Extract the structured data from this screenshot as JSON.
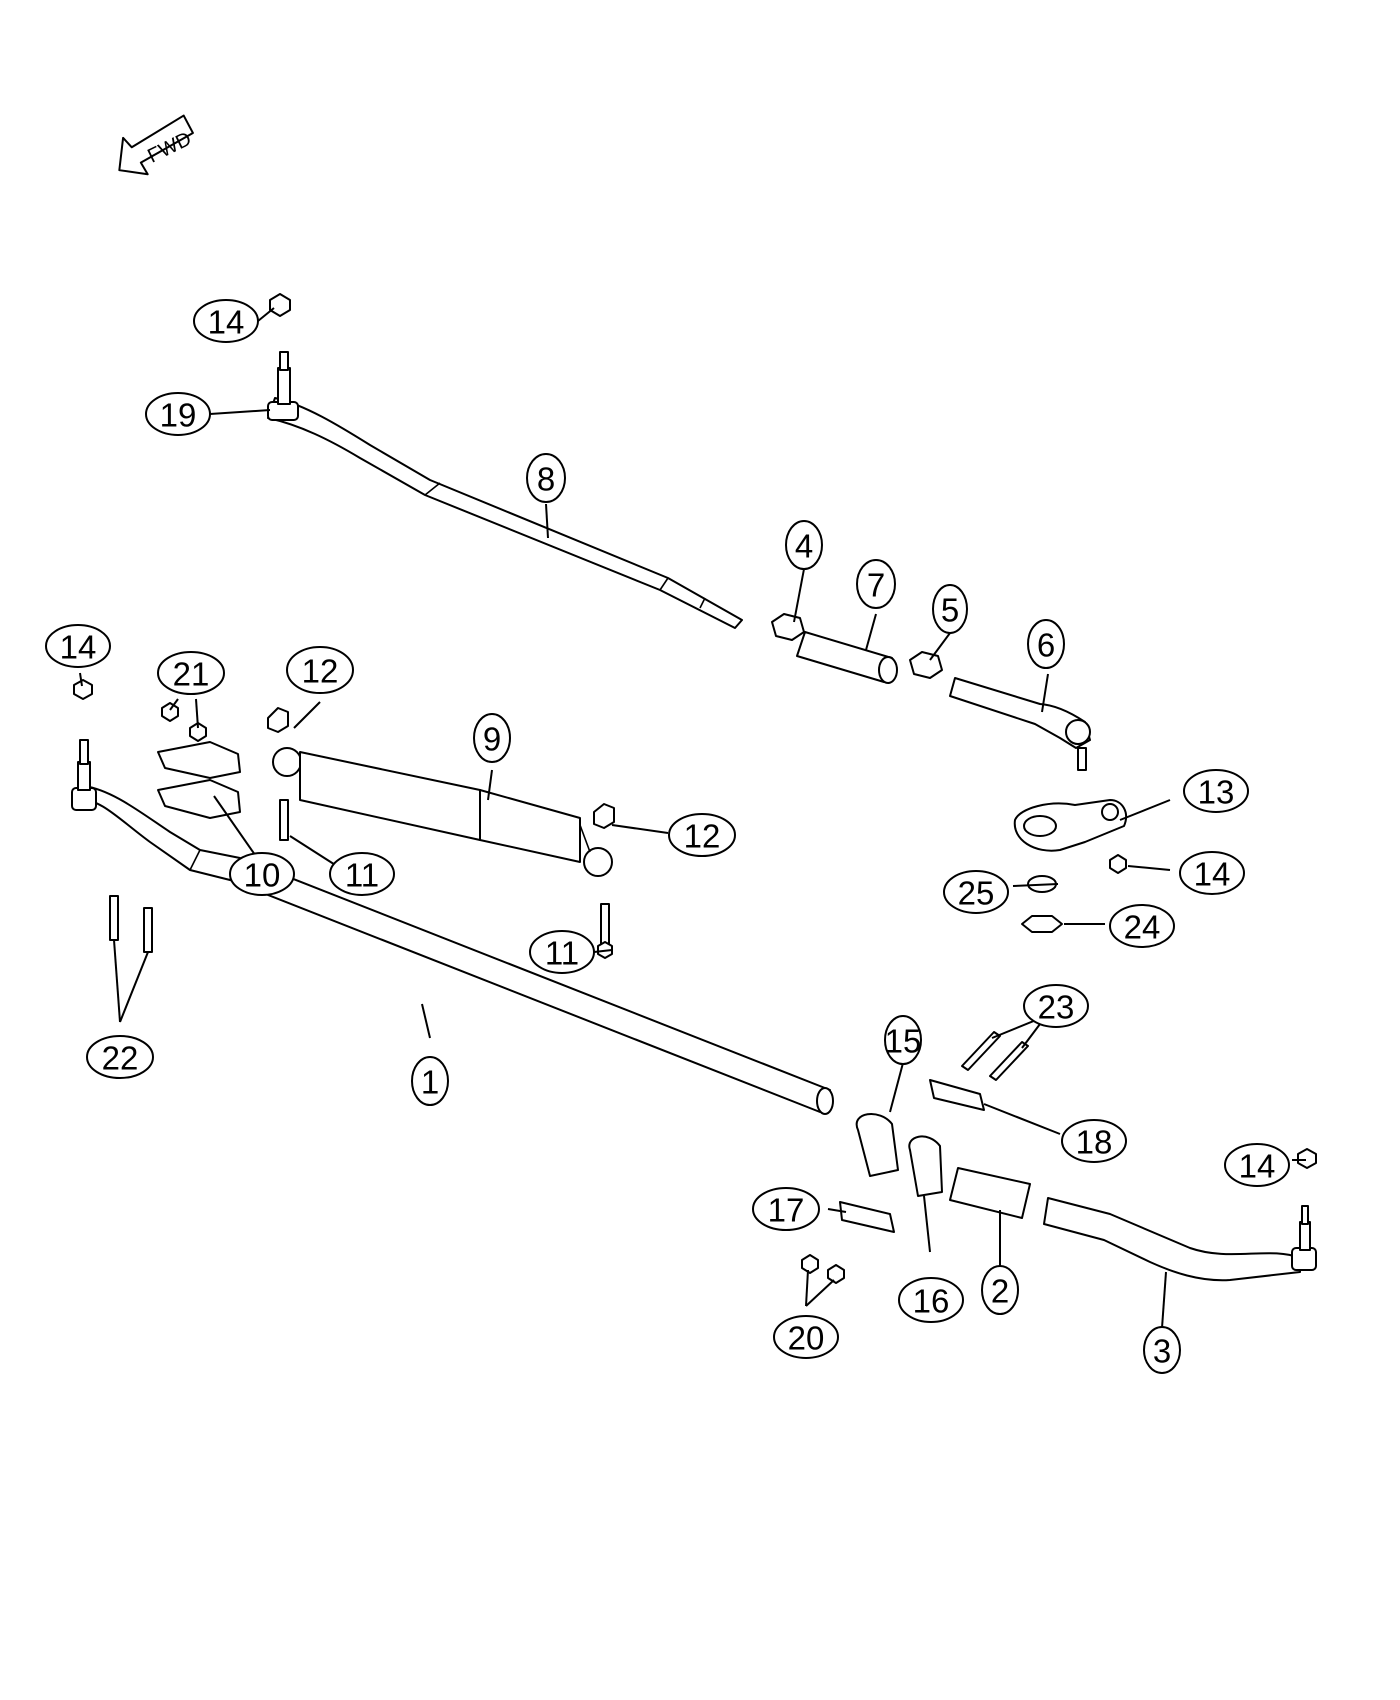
{
  "orientation": {
    "arrow_label": "FWD"
  },
  "callouts": [
    {
      "id": "c14a",
      "label": "14"
    },
    {
      "id": "c19",
      "label": "19"
    },
    {
      "id": "c8",
      "label": "8"
    },
    {
      "id": "c4",
      "label": "4"
    },
    {
      "id": "c7",
      "label": "7"
    },
    {
      "id": "c5",
      "label": "5"
    },
    {
      "id": "c6",
      "label": "6"
    },
    {
      "id": "c14b",
      "label": "14"
    },
    {
      "id": "c21",
      "label": "21"
    },
    {
      "id": "c12a",
      "label": "12"
    },
    {
      "id": "c9",
      "label": "9"
    },
    {
      "id": "c13",
      "label": "13"
    },
    {
      "id": "c12b",
      "label": "12"
    },
    {
      "id": "c10",
      "label": "10"
    },
    {
      "id": "c11a",
      "label": "11"
    },
    {
      "id": "c14c",
      "label": "14"
    },
    {
      "id": "c25",
      "label": "25"
    },
    {
      "id": "c24",
      "label": "24"
    },
    {
      "id": "c11b",
      "label": "11"
    },
    {
      "id": "c23",
      "label": "23"
    },
    {
      "id": "c15",
      "label": "15"
    },
    {
      "id": "c22",
      "label": "22"
    },
    {
      "id": "c1",
      "label": "1"
    },
    {
      "id": "c18",
      "label": "18"
    },
    {
      "id": "c14d",
      "label": "14"
    },
    {
      "id": "c17",
      "label": "17"
    },
    {
      "id": "c16",
      "label": "16"
    },
    {
      "id": "c2",
      "label": "2"
    },
    {
      "id": "c20",
      "label": "20"
    },
    {
      "id": "c3",
      "label": "3"
    }
  ]
}
